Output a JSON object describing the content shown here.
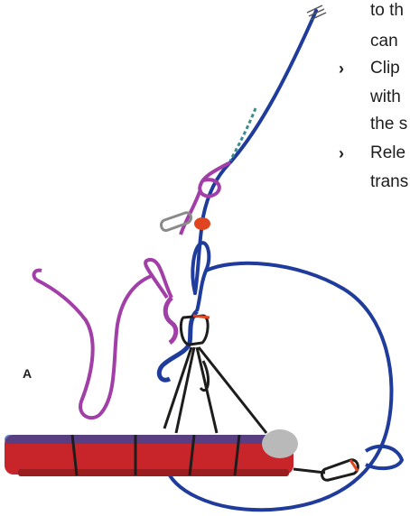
{
  "colors": {
    "blue_rope": "#1f3c9c",
    "purple_rope": "#a23ea8",
    "red_stretcher": "#c8252a",
    "dark": "#1d1d1b",
    "teal_accent": "#3a8d8a",
    "carabiner_orange": "#e0451f"
  },
  "icons": {
    "bullet": "›"
  },
  "text": {
    "lines": [
      "to th",
      "can",
      "Clip",
      "with",
      "the s",
      "Rele",
      "trans"
    ],
    "bullets": [
      "›",
      "›"
    ]
  },
  "figure": {
    "label": "A"
  }
}
